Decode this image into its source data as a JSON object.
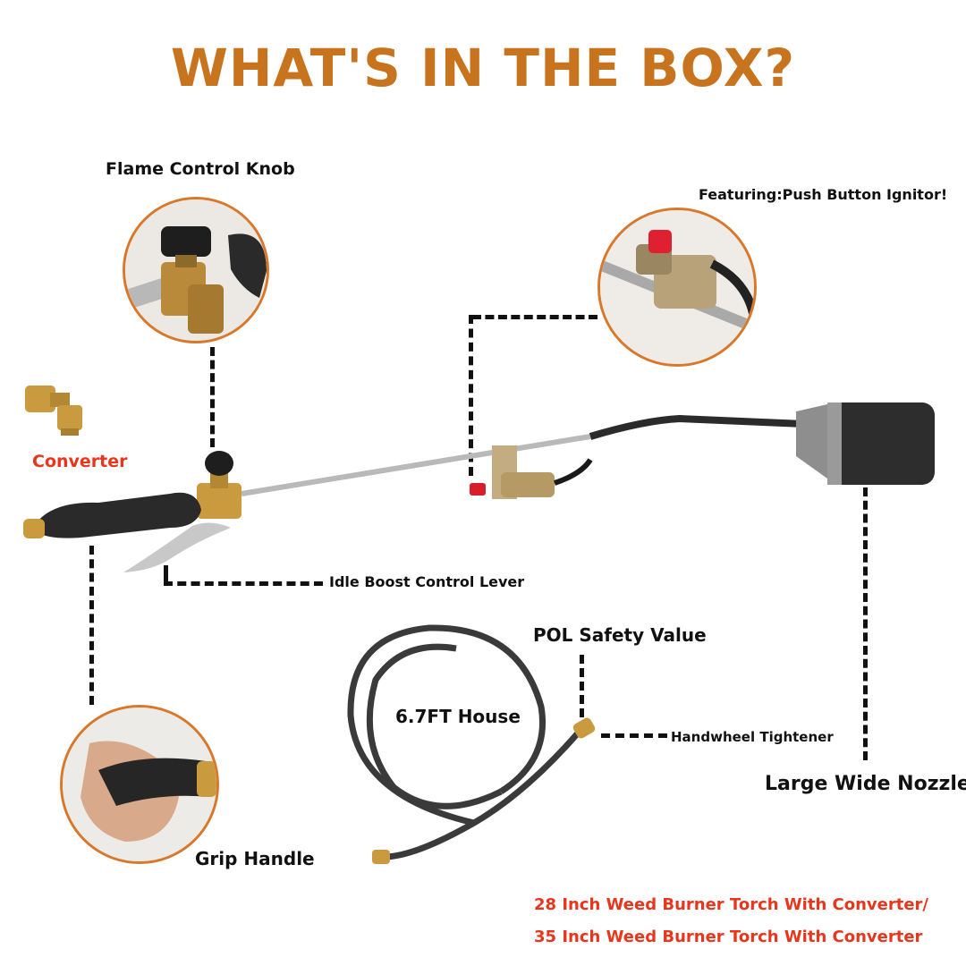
{
  "title": "WHAT'S IN THE BOX?",
  "labels": {
    "flame_control_knob": "Flame Control Knob",
    "push_button_ignitor": "Featuring:Push Button Ignitor!",
    "converter": "Converter",
    "idle_boost_lever": "Idle Boost Control Lever",
    "pol_safety_value": "POL Safety Value",
    "hose_length": "6.7FT House",
    "handwheel_tightener": "Handwheel Tightener",
    "large_wide_nozzle": "Large Wide Nozzle",
    "grip_handle": "Grip Handle"
  },
  "product_lines": [
    "28 Inch Weed Burner Torch With Converter/",
    "35 Inch Weed Burner Torch With Converter"
  ],
  "colors": {
    "title": "#c8731e",
    "accent_red": "#e8361c",
    "circle_border": "#d9782b"
  }
}
